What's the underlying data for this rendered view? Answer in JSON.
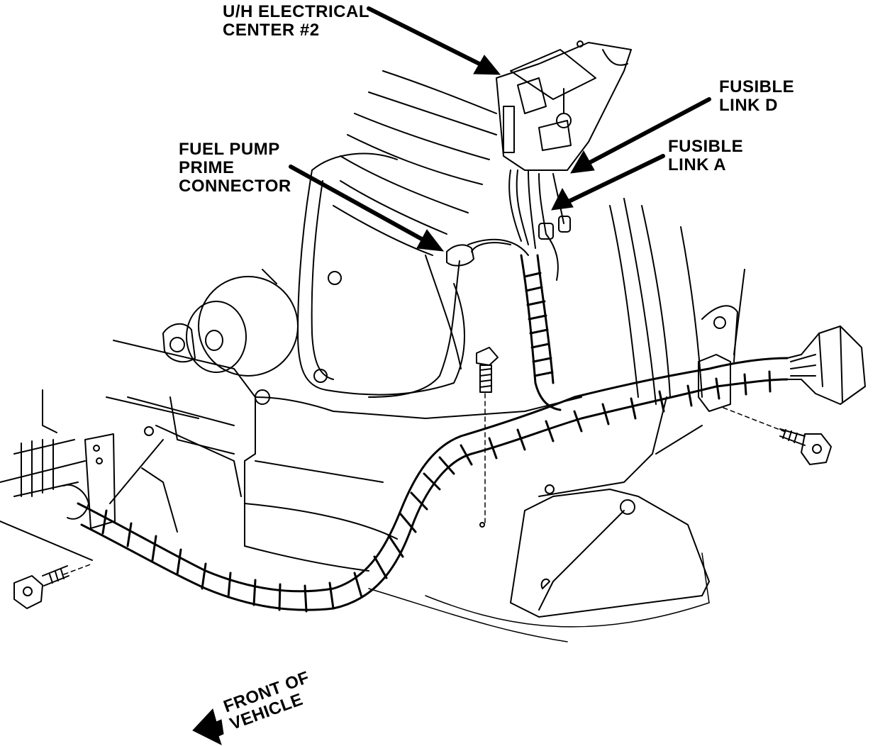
{
  "callouts": {
    "uh_center": {
      "line1": "U/H ELECTRICAL",
      "line2": "CENTER #2"
    },
    "fuel_pump": {
      "line1": "FUEL PUMP",
      "line2": "PRIME",
      "line3": "CONNECTOR"
    },
    "fusible_d": {
      "line1": "FUSIBLE",
      "line2": "LINK D"
    },
    "fusible_a": {
      "line1": "FUSIBLE",
      "line2": "LINK A"
    },
    "front": {
      "line1": "FRONT OF",
      "line2": "VEHICLE"
    }
  },
  "colors": {
    "ink": "#000000",
    "paper": "#ffffff"
  }
}
